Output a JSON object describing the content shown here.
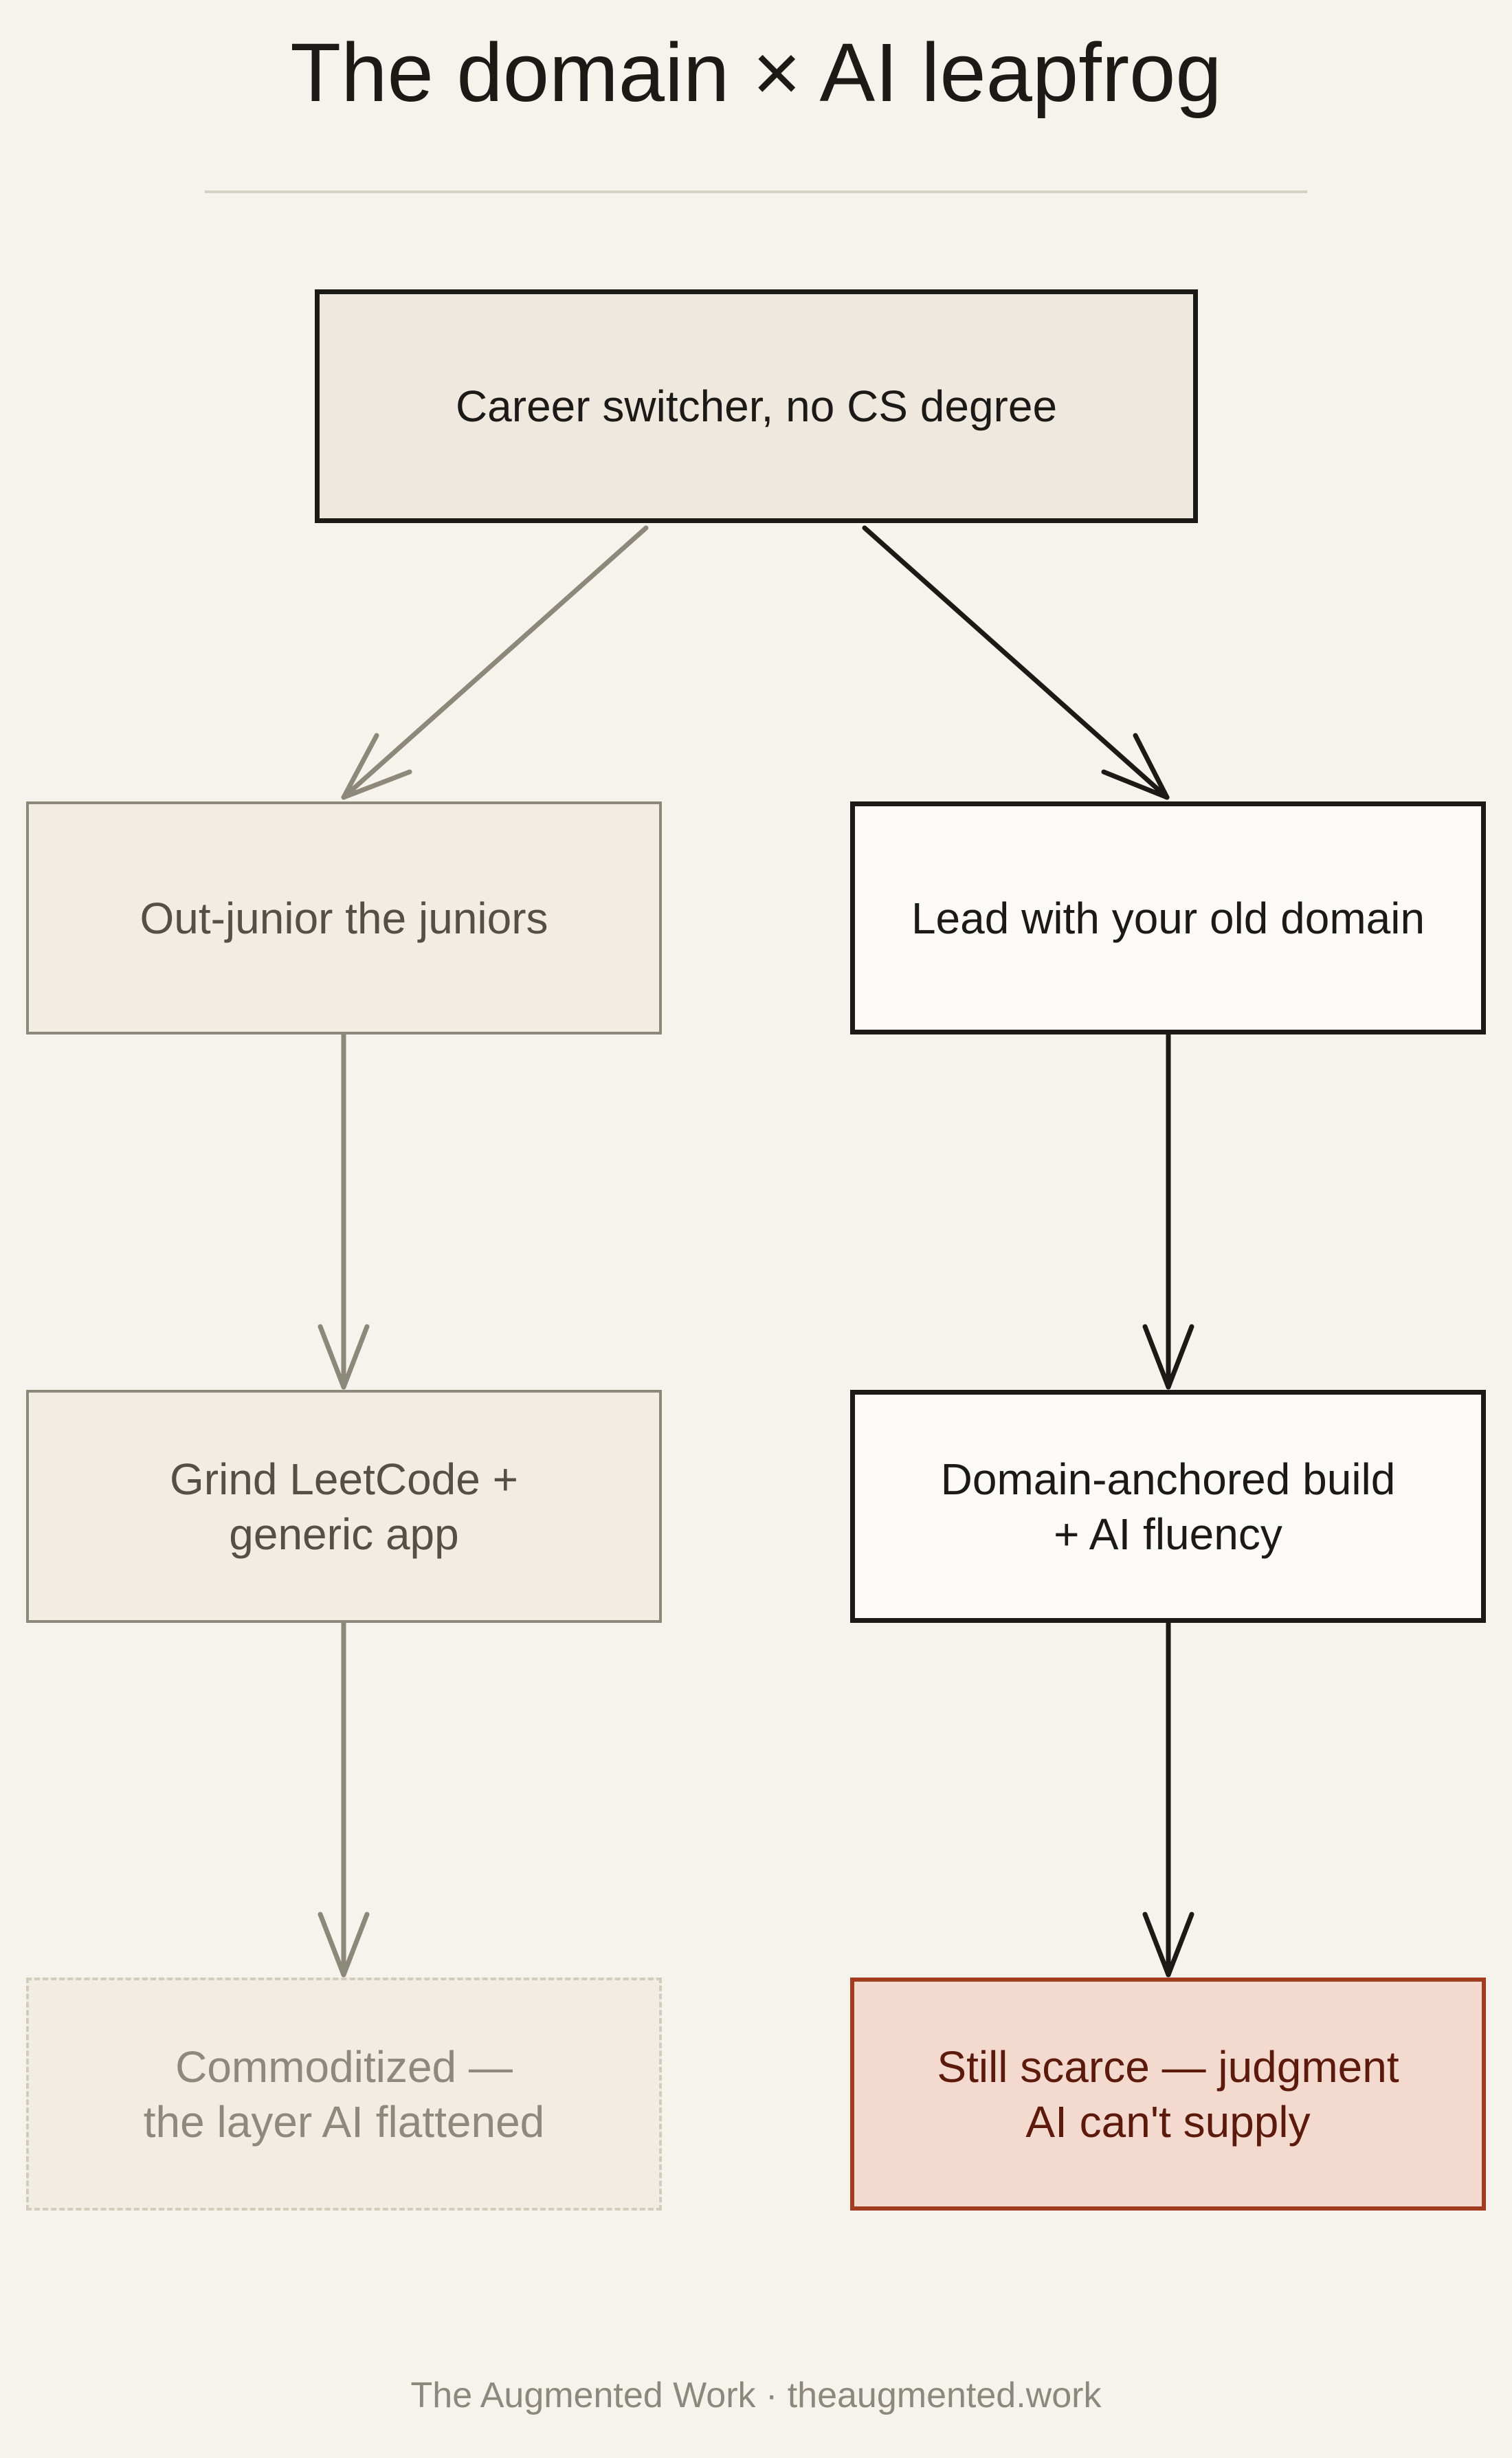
{
  "title": "The domain × AI leapfrog",
  "nodes": {
    "root": "Career switcher, no CS degree",
    "left_1": "Out-junior the juniors",
    "left_2": "Grind LeetCode +\ngeneric app",
    "left_3": "Commoditized —\nthe layer AI flattened",
    "right_1": "Lead with your old domain",
    "right_2": "Domain-anchored build\n+ AI fluency",
    "right_3": "Still scarce — judgment\nAI can't supply"
  },
  "footer": "The Augmented Work · theaugmented.work",
  "colors": {
    "background": "#f6f2ec",
    "dark_path": "#1c1a17",
    "muted_path": "#8c887a",
    "accent": "#a23b1f",
    "accent_fill": "#f4d9ce"
  }
}
